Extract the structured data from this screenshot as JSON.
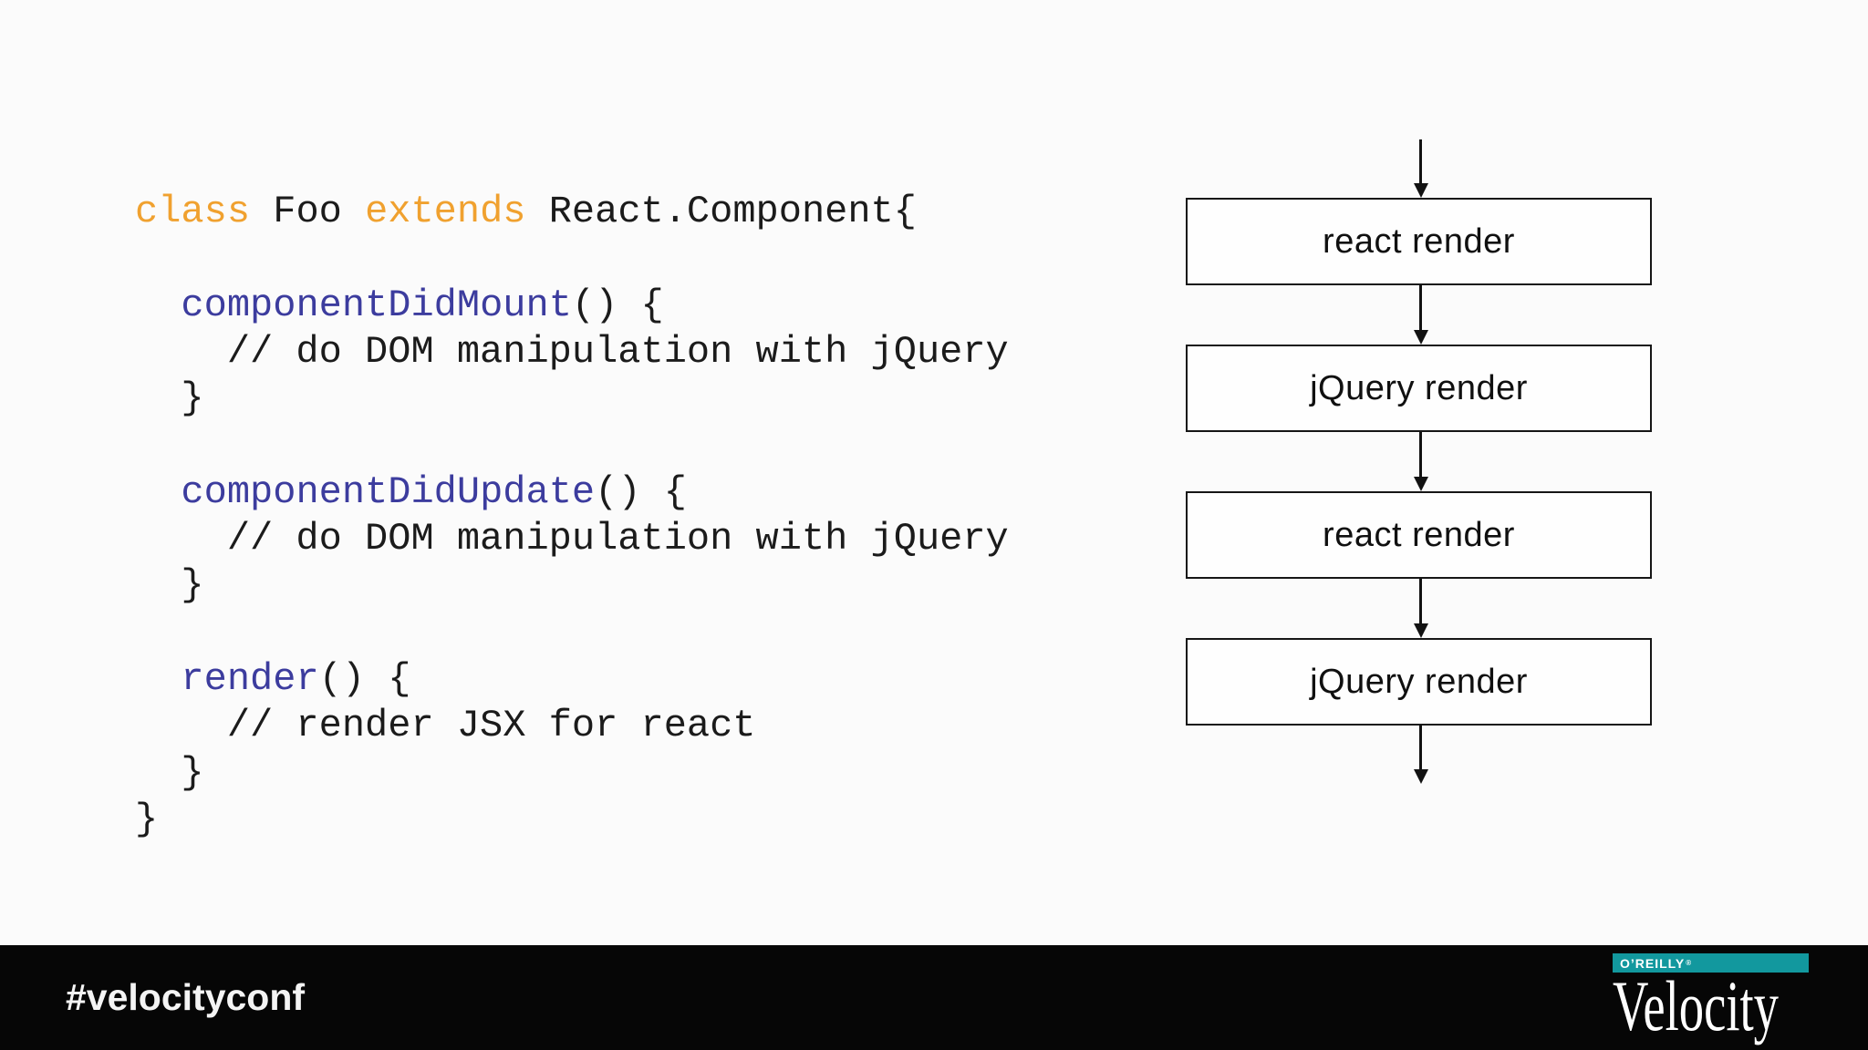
{
  "slide_type": "presentation-slide",
  "code": {
    "language": "javascript",
    "lines": [
      [
        {
          "text": "class",
          "style": "keyword"
        },
        {
          "text": " Foo ",
          "style": "plain"
        },
        {
          "text": "extends",
          "style": "keyword"
        },
        {
          "text": " React.Component{",
          "style": "plain"
        }
      ],
      [],
      [
        {
          "text": "  ",
          "style": "plain"
        },
        {
          "text": "componentDidMount",
          "style": "method"
        },
        {
          "text": "() {",
          "style": "plain"
        }
      ],
      [
        {
          "text": "    // do DOM manipulation with jQuery",
          "style": "plain"
        }
      ],
      [
        {
          "text": "  }",
          "style": "plain"
        }
      ],
      [],
      [
        {
          "text": "  ",
          "style": "plain"
        },
        {
          "text": "componentDidUpdate",
          "style": "method"
        },
        {
          "text": "() {",
          "style": "plain"
        }
      ],
      [
        {
          "text": "    // do DOM manipulation with jQuery",
          "style": "plain"
        }
      ],
      [
        {
          "text": "  }",
          "style": "plain"
        }
      ],
      [],
      [
        {
          "text": "  ",
          "style": "plain"
        },
        {
          "text": "render",
          "style": "method"
        },
        {
          "text": "() {",
          "style": "plain"
        }
      ],
      [
        {
          "text": "    // render JSX for react",
          "style": "plain"
        }
      ],
      [
        {
          "text": "  }",
          "style": "plain"
        }
      ],
      [
        {
          "text": "}",
          "style": "plain"
        }
      ]
    ]
  },
  "flowchart": {
    "boxes": [
      {
        "label": "react render"
      },
      {
        "label": "jQuery render"
      },
      {
        "label": "react render"
      },
      {
        "label": "jQuery render"
      }
    ],
    "flow_direction": "top-to-bottom"
  },
  "footer": {
    "hashtag": "#velocityconf",
    "logo": {
      "brand": "O’REILLY",
      "registered_mark": "®",
      "product": "Velocity"
    }
  },
  "colors": {
    "keyword_orange": "#f0a12f",
    "method_blue": "#3c3c9e",
    "code_black": "#1b1b1b",
    "oreilly_teal": "#12989e",
    "footer_black": "#060606",
    "background": "#fbfbfb"
  }
}
